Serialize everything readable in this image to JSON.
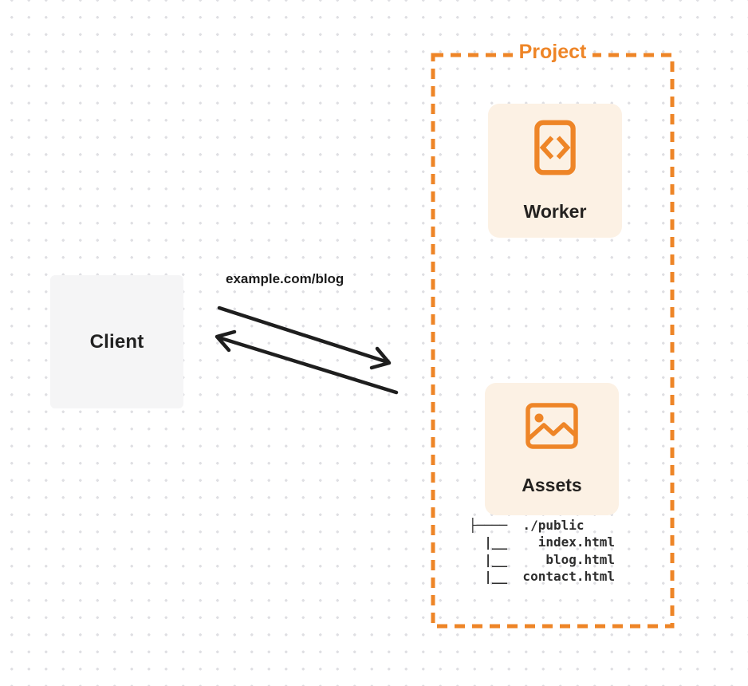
{
  "diagram": {
    "client": {
      "label": "Client"
    },
    "request": {
      "url": "example.com/blog"
    },
    "project": {
      "label": "Project",
      "worker": {
        "label": "Worker",
        "icon": "code-brackets-icon"
      },
      "assets": {
        "label": "Assets",
        "icon": "image-icon"
      },
      "file_tree": {
        "root": "./public",
        "files": [
          "index.html",
          "blog.html",
          "contact.html"
        ],
        "text": "├────  ./public\n  |__    index.html\n  |__     blog.html\n  |__  contact.html"
      }
    },
    "colors": {
      "accent": "#ee8527",
      "card_background": "#fcf1e4",
      "client_background": "#f5f5f6",
      "arrow": "#1e1e1e",
      "text": "#222222"
    }
  }
}
